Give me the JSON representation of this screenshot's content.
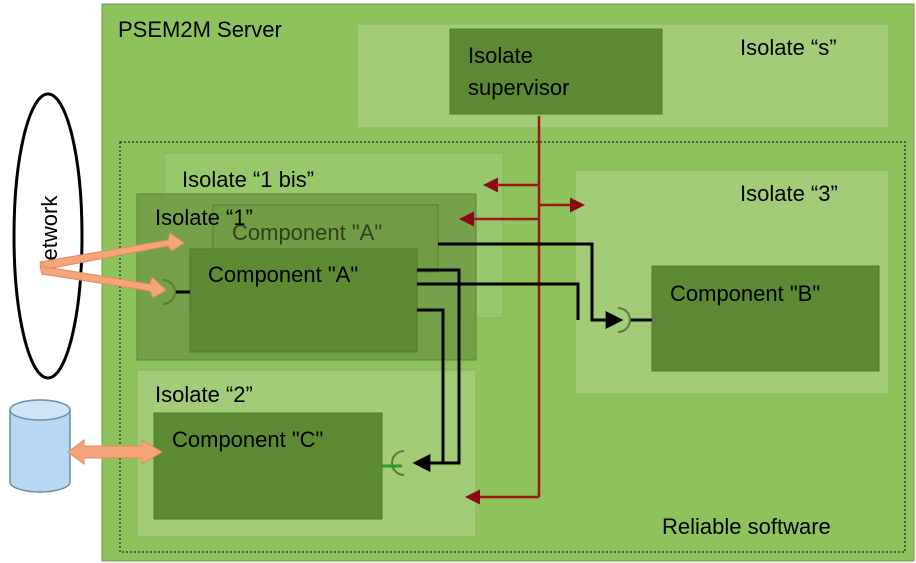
{
  "diagram": {
    "server": {
      "title": "PSEM2M Server"
    },
    "isolate_s": {
      "label": "Isolate “s”"
    },
    "supervisor": {
      "line1": "Isolate",
      "line2": "supervisor"
    },
    "isolate_1bis": {
      "label": "Isolate “1 bis”",
      "component": "Component \"A\""
    },
    "isolate_1": {
      "label": "Isolate “1”",
      "component": "Component \"A\""
    },
    "isolate_2": {
      "label": "Isolate “2”",
      "component": "Component \"C\""
    },
    "isolate_3": {
      "label": "Isolate “3”",
      "component": "Component \"B\""
    },
    "reliable": {
      "label": "Reliable software"
    },
    "network": {
      "label": "Network"
    },
    "colors": {
      "server_bg": "#8dc25c",
      "isolate_bg": "#a2cc77",
      "component_bg": "#5c8a32",
      "supervisor_line": "#a31515",
      "network_arrow": "#f6a47a",
      "database": "#b7d7f2"
    }
  }
}
